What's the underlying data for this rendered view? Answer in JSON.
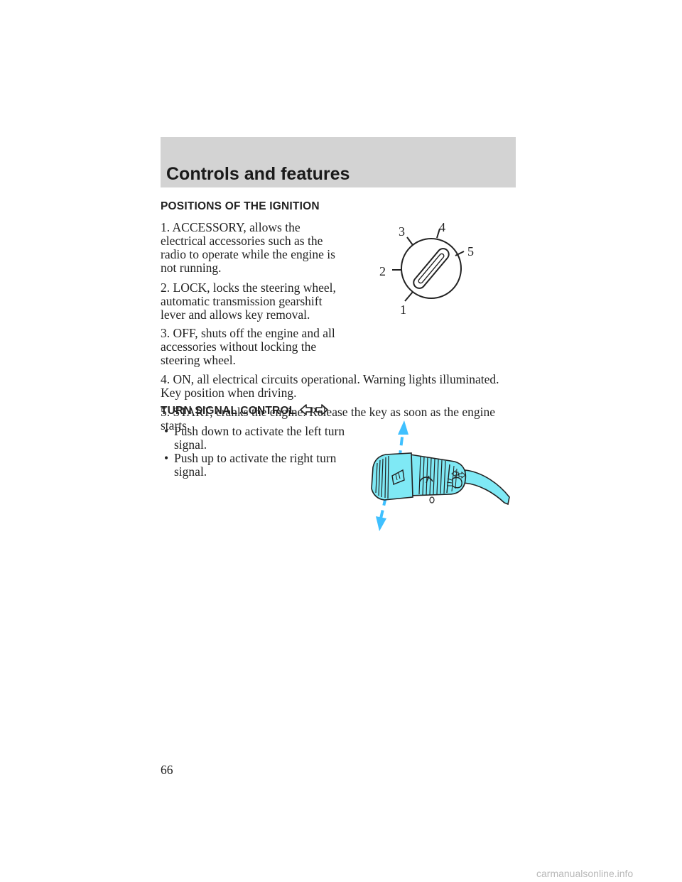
{
  "header": {
    "title": "Controls and features"
  },
  "ignition": {
    "heading": "POSITIONS OF THE IGNITION",
    "items": [
      "1. ACCESSORY, allows the electrical accessories such as the radio to operate while the engine is not running.",
      "2. LOCK, locks the steering wheel, automatic transmission gearshift lever and allows key removal.",
      "3. OFF, shuts off the engine and all accessories without locking the steering wheel.",
      "4. ON, all electrical circuits operational. Warning lights illuminated. Key position when driving.",
      "5. START, cranks the engine. Release the key as soon as the engine starts."
    ],
    "figure_labels": [
      "1",
      "2",
      "3",
      "4",
      "5"
    ]
  },
  "turn_signal": {
    "heading": "TURN SIGNAL CONTROL",
    "bullet_char": "•",
    "bullets": [
      "Push down to activate the left turn signal.",
      "Push up to activate the right turn signal."
    ],
    "lever_color": "#7fe9f5",
    "arrow_color": "#3fc0ff"
  },
  "footer": {
    "page_number": "66",
    "watermark": "carmanualsonline.info"
  }
}
